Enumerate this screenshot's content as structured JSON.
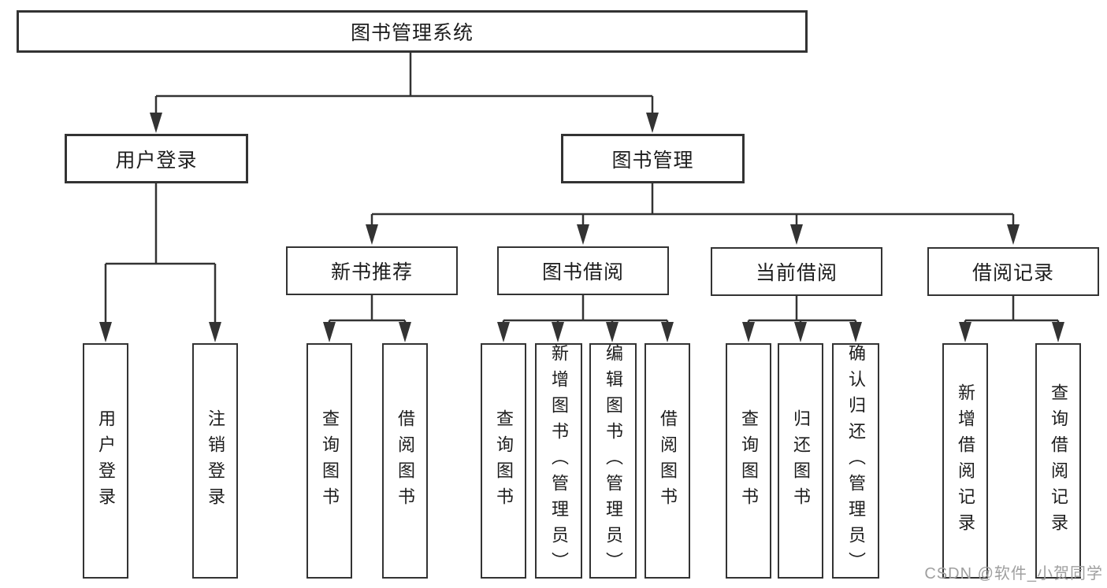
{
  "diagram": {
    "type": "hierarchy-tree",
    "root": {
      "label": "图书管理系统",
      "children": [
        {
          "label": "用户登录",
          "children": [
            {
              "label": "用户登录"
            },
            {
              "label": "注销登录"
            }
          ]
        },
        {
          "label": "图书管理",
          "children": [
            {
              "label": "新书推荐",
              "children": [
                {
                  "label": "查询图书"
                },
                {
                  "label": "借阅图书"
                }
              ]
            },
            {
              "label": "图书借阅",
              "children": [
                {
                  "label": "查询图书"
                },
                {
                  "label": "新增图书（管理员）"
                },
                {
                  "label": "编辑图书（管理员）"
                },
                {
                  "label": "借阅图书"
                }
              ]
            },
            {
              "label": "当前借阅",
              "children": [
                {
                  "label": "查询图书"
                },
                {
                  "label": "归还图书"
                },
                {
                  "label": "确认归还（管理员）"
                }
              ]
            },
            {
              "label": "借阅记录",
              "children": [
                {
                  "label": "新增借阅记录"
                },
                {
                  "label": "查询借阅记录"
                }
              ]
            }
          ]
        }
      ]
    },
    "watermark": "CSDN @软件_小贺同学",
    "colors": {
      "line": "#333333",
      "node_border": "#333333",
      "node_background": "#ffffff",
      "text": "#1d1d1d",
      "page_background": "#ffffff",
      "watermark_text": "#9f9f9f"
    }
  }
}
